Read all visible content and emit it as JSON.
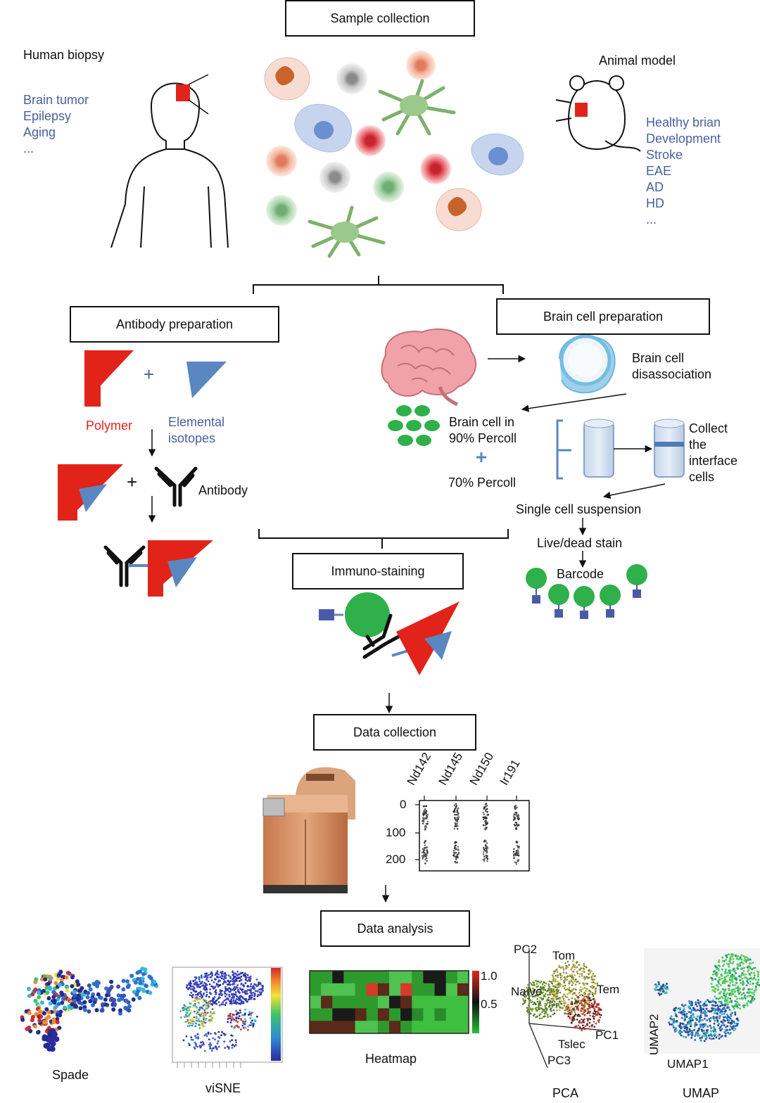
{
  "boxes": {
    "sample_collection": "Sample collection",
    "antibody_preparation": "Antibody preparation",
    "brain_cell_preparation": "Brain cell preparation",
    "immuno_staining": "Immuno-staining",
    "data_collection": "Data collection",
    "data_analysis": "Data analysis"
  },
  "human": {
    "title": "Human biopsy",
    "items": [
      "Brain tumor",
      "Epilepsy",
      "Aging",
      "..."
    ]
  },
  "animal": {
    "title": "Animal model",
    "items": [
      "Healthy brian",
      "Development",
      "Stroke",
      "EAE",
      "AD",
      "HD",
      "..."
    ]
  },
  "antibody": {
    "polymer": "Polymer",
    "isotopes_1": "Elemental",
    "isotopes_2": "isotopes",
    "antibody": "Antibody",
    "plus": "+"
  },
  "brain": {
    "disassoc_1": "Brain cell",
    "disassoc_2": "disassociation",
    "percoll90_1": "Brain cell in",
    "percoll90_2": "90% Percoll",
    "percoll70": "70% Percoll",
    "collect": [
      "Collect",
      "the",
      "interface",
      "cells"
    ],
    "single_cell": "Single cell suspension",
    "live_dead": "Live/dead stain",
    "barcode": "Barcode"
  },
  "dotplot": {
    "channels": [
      "Nd142",
      "Nd145",
      "Nd150",
      "Ir191"
    ],
    "ticks": [
      "0",
      "100",
      "200"
    ]
  },
  "analysis": {
    "spade": "Spade",
    "visne": "viSNE",
    "heatmap": "Heatmap",
    "heat_scale_hi": "1.0",
    "heat_scale_mid": "0.5",
    "pca": "PCA",
    "pca_labels": {
      "pc1": "PC1",
      "pc2": "PC2",
      "pc3": "PC3",
      "tom": "Tom",
      "tem": "Tem",
      "naive": "Naïve",
      "tslec": "Tslec"
    },
    "umap": "UMAP",
    "umap1": "UMAP1",
    "umap2": "UMAP2"
  },
  "colors": {
    "red": "#e2231a",
    "blue": "#5b87c0",
    "green": "#25a84a",
    "text_blue": "#4a5f9e"
  }
}
